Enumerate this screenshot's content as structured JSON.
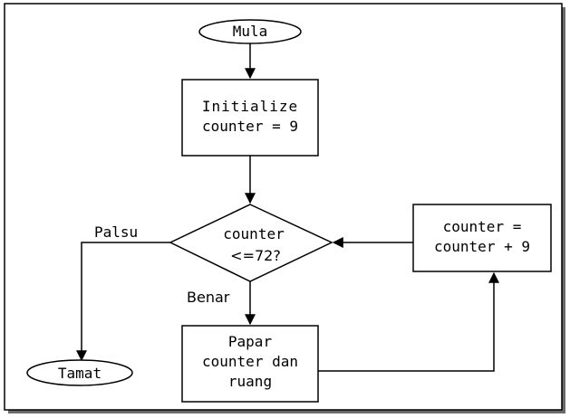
{
  "flowchart": {
    "start": "Mula",
    "init": [
      "Initialize",
      "counter = 9"
    ],
    "decision": [
      "counter",
      "<=72?"
    ],
    "update": [
      "counter =",
      "counter + 9"
    ],
    "display": [
      "Papar",
      "counter dan",
      "ruang"
    ],
    "end": "Tamat",
    "false_label": "Palsu",
    "true_label": "Benar"
  }
}
